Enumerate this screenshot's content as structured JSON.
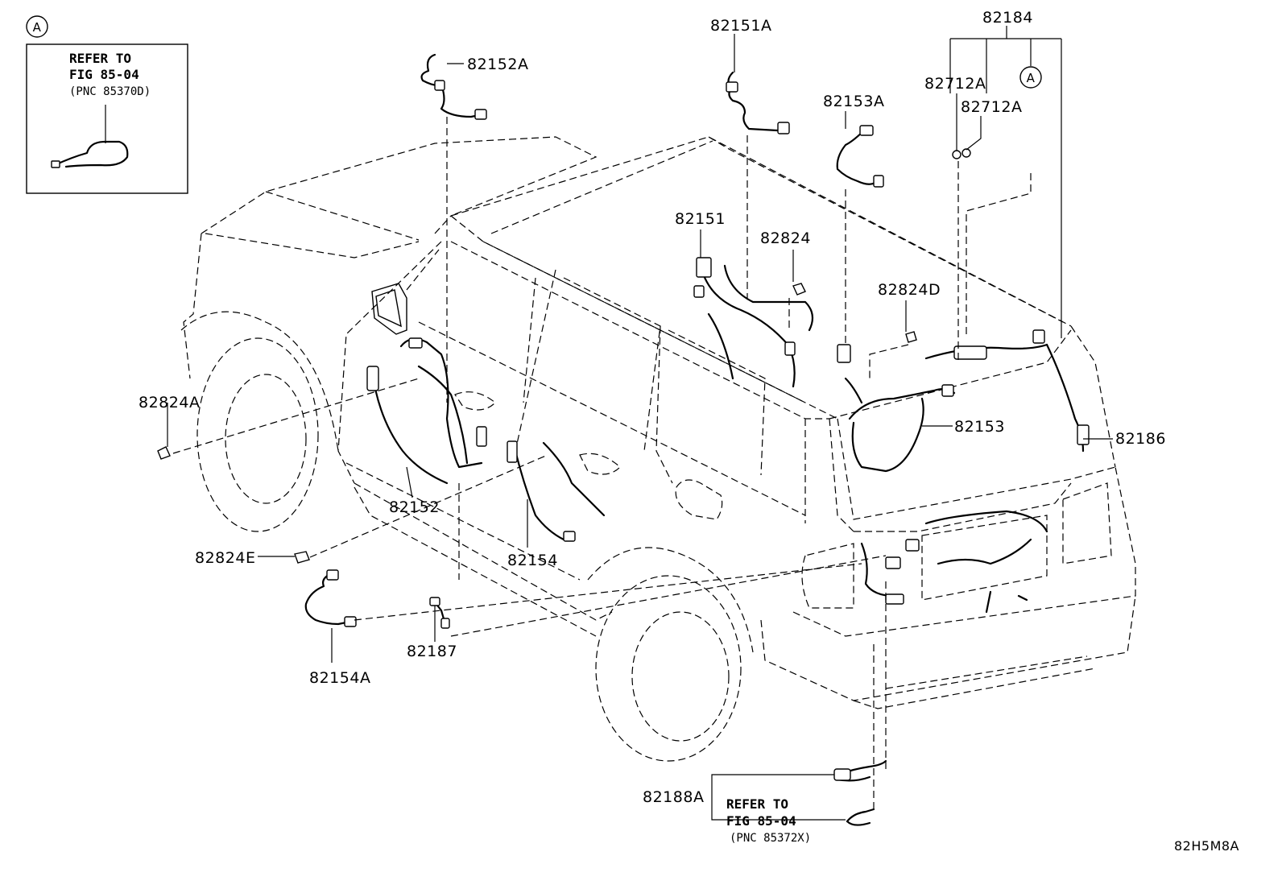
{
  "callout_marker": "A",
  "inset": {
    "refer": "REFER TO",
    "fig": "FIG 85-04",
    "pnc": "(PNC 85370D)"
  },
  "bottom_ref": {
    "refer": "REFER TO",
    "fig": "FIG 85-04",
    "pnc": "(PNC 85372X)"
  },
  "part_labels": {
    "p82152A": "82152A",
    "p82151A": "82151A",
    "p82184": "82184",
    "p82712A_1": "82712A",
    "p82712A_2": "82712A",
    "p82153A": "82153A",
    "p82151": "82151",
    "p82824": "82824",
    "p82824D": "82824D",
    "p82824A": "82824A",
    "p82153": "82153",
    "p82186": "82186",
    "p82152": "82152",
    "p82154": "82154",
    "p82824E": "82824E",
    "p82187": "82187",
    "p82154A": "82154A",
    "p82188A": "82188A"
  },
  "diagram_id": "82H5M8A"
}
